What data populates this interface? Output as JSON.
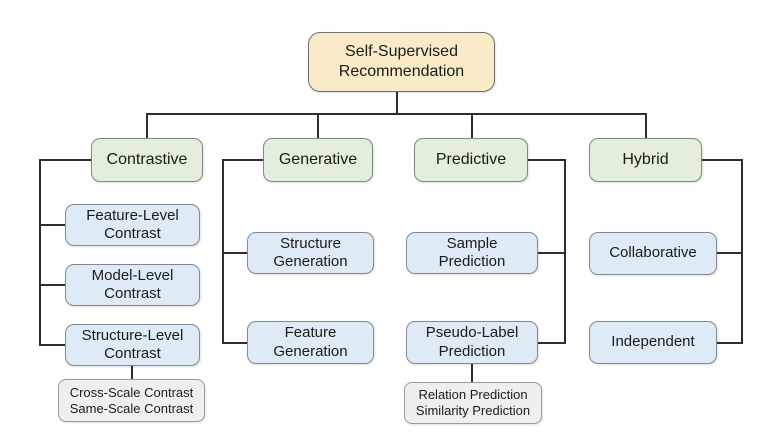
{
  "diagram": {
    "root": {
      "label": "Self-Supervised Recommendation"
    },
    "branches": {
      "contrastive": {
        "label": "Contrastive",
        "children": {
          "feature": {
            "label": "Feature-Level Contrast"
          },
          "model": {
            "label": "Model-Level Contrast"
          },
          "structure": {
            "label": "Structure-Level Contrast"
          }
        },
        "note": {
          "line1": "Cross-Scale Contrast",
          "line2": "Same-Scale Contrast"
        }
      },
      "generative": {
        "label": "Generative",
        "children": {
          "structure": {
            "label": "Structure Generation"
          },
          "feature": {
            "label": "Feature Generation"
          }
        }
      },
      "predictive": {
        "label": "Predictive",
        "children": {
          "sample": {
            "label": "Sample Prediction"
          },
          "pseudo": {
            "label": "Pseudo-Label Prediction"
          }
        },
        "note": {
          "line1": "Relation Prediction",
          "line2": "Similarity Prediction"
        }
      },
      "hybrid": {
        "label": "Hybrid",
        "children": {
          "collaborative": {
            "label": "Collaborative"
          },
          "independent": {
            "label": "Independent"
          }
        }
      }
    },
    "colors": {
      "root_fill": "#FAEBC8",
      "branch_fill": "#E3EEDC",
      "leaf_fill": "#DEEAF6",
      "note_fill": "#EFEFEF",
      "line": "#2e2e2e"
    }
  }
}
